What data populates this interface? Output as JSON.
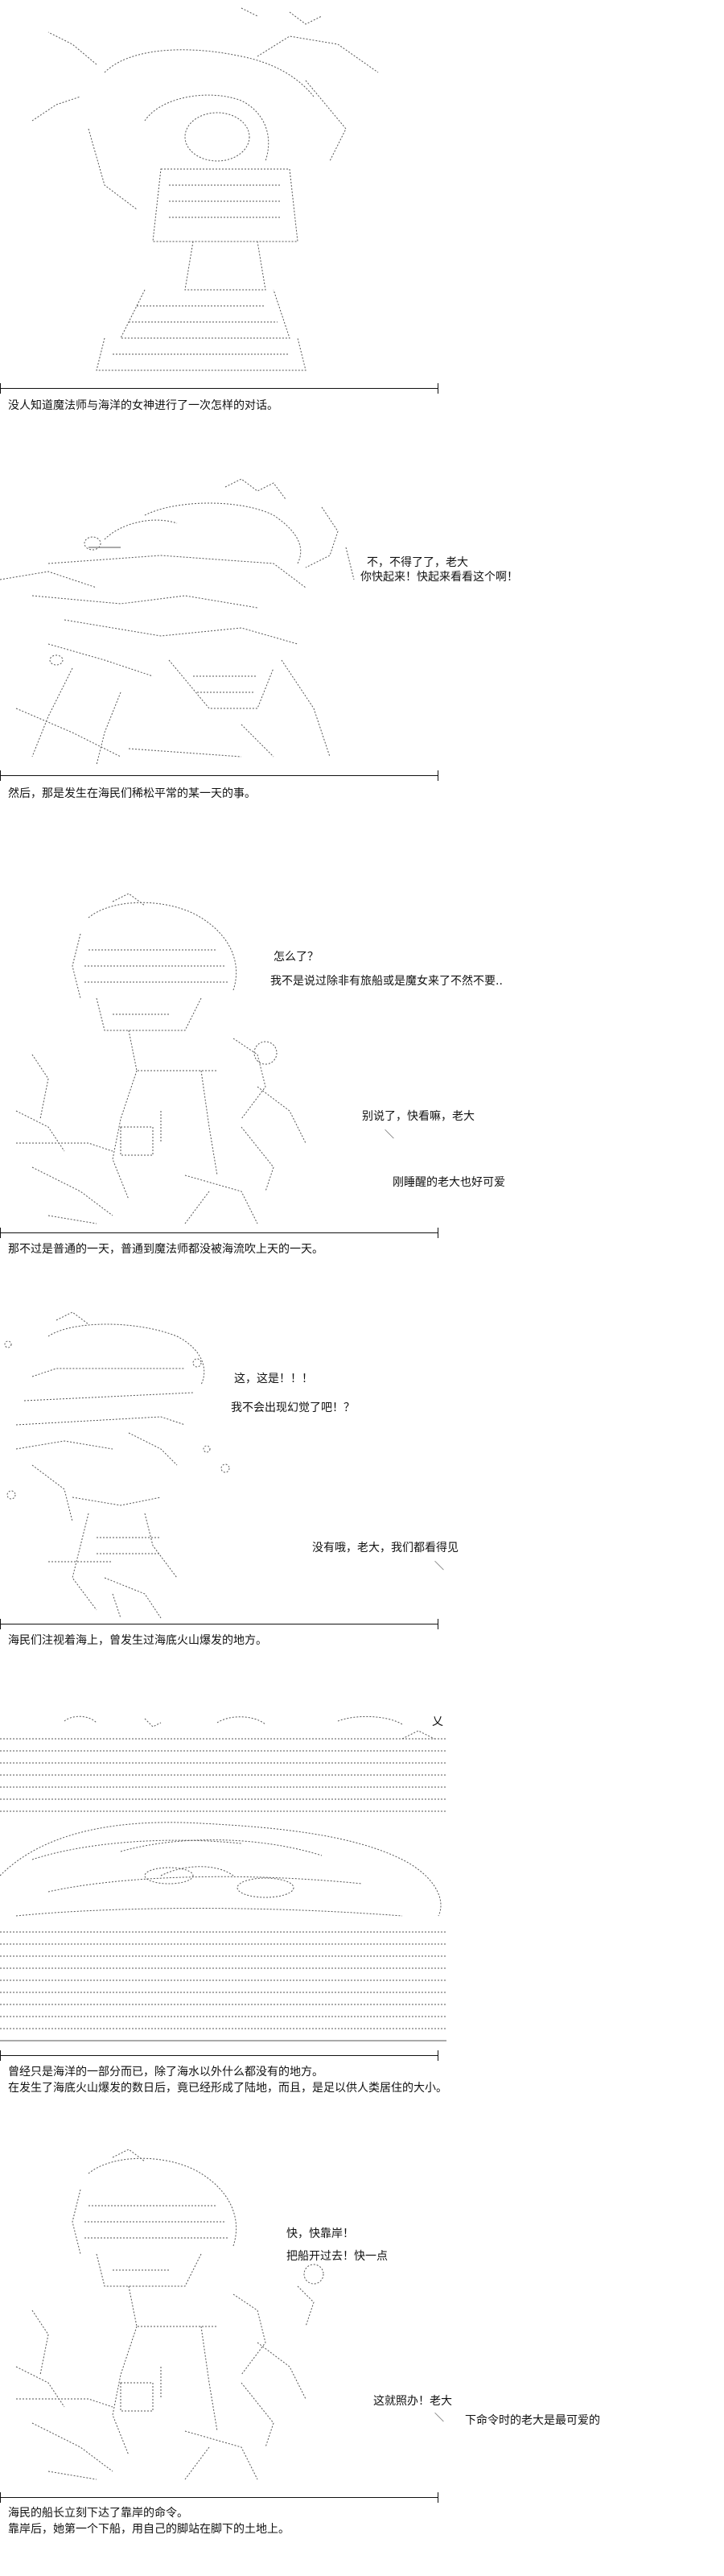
{
  "panels": [
    {
      "caption": [
        "没人知道魔法师与海洋的女神进行了一次怎样的对话。"
      ]
    },
    {
      "speech": [
        {
          "lines": [
            "不，不得了了，老大",
            "你快起来！快起来看看这个啊！"
          ]
        }
      ],
      "caption": [
        "然后，那是发生在海民们稀松平常的某一天的事。"
      ]
    },
    {
      "speech": [
        {
          "lines": [
            "怎么了？",
            "我不是说过除非有旅船或是魔女来了不然不要.."
          ]
        },
        {
          "lines": [
            "别说了，快看嘛，老大"
          ]
        },
        {
          "lines": [
            "刚睡醒的老大也好可爱"
          ]
        }
      ],
      "caption": [
        "那不过是普通的一天，普通到魔法师都没被海流吹上天的一天。"
      ]
    },
    {
      "speech": [
        {
          "lines": [
            "这，这是！！！",
            "我不会出现幻觉了吧！？"
          ]
        },
        {
          "lines": [
            "没有哦，老大，我们都看得见"
          ]
        }
      ],
      "caption": [
        "海民们注视着海上，曾发生过海底火山爆发的地方。"
      ]
    },
    {
      "speech": [
        {
          "lines": [
            "乂"
          ]
        }
      ],
      "caption": [
        "曾经只是海洋的一部分而已，除了海水以外什么都没有的地方。",
        "在发生了海底火山爆发的数日后，竟已经形成了陆地，而且，是足以供人类居住的大小。"
      ]
    },
    {
      "speech": [
        {
          "lines": [
            "快，快靠岸！",
            "把船开过去！快一点"
          ]
        },
        {
          "lines": [
            "这就照办！老大"
          ]
        },
        {
          "lines": [
            "下命令时的老大是最可爱的"
          ]
        }
      ],
      "caption": [
        "海民的船长立刻下达了靠岸的命令。",
        "靠岸后，她第一个下船，用自己的脚站在脚下的土地上。"
      ]
    }
  ]
}
